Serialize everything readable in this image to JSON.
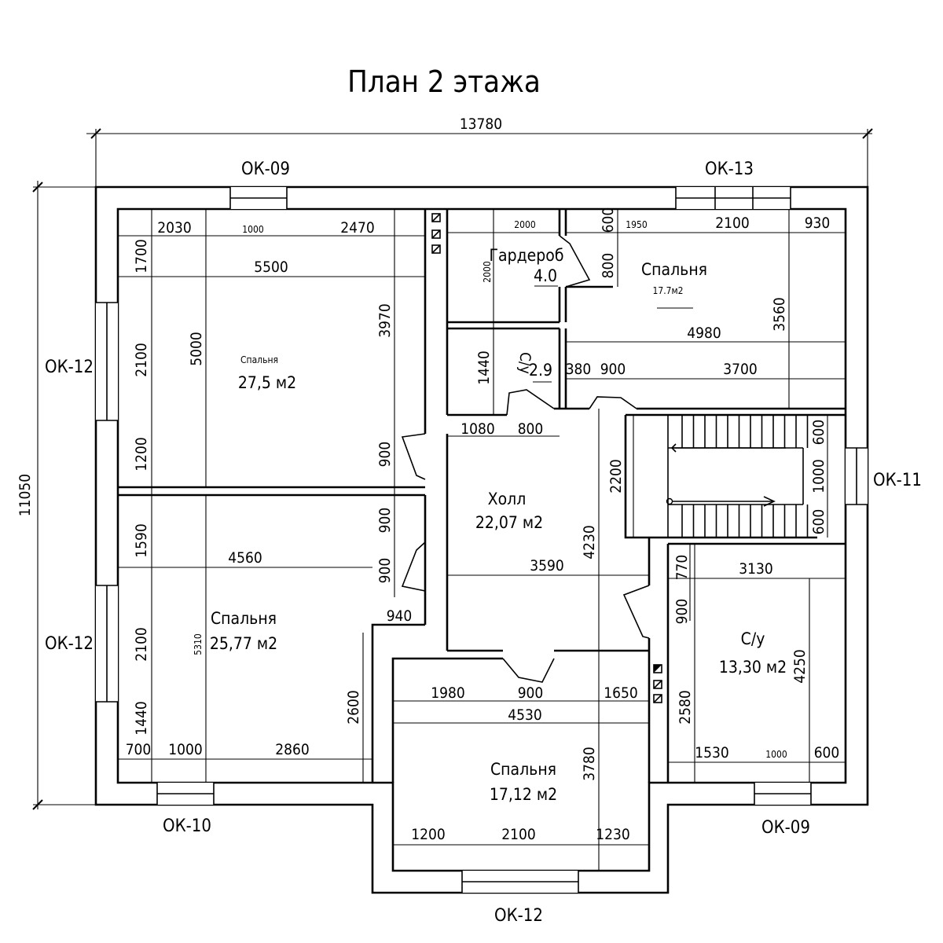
{
  "title": "План 2 этажа",
  "overall": {
    "width": "13780",
    "height": "11050"
  },
  "window_labels": {
    "top_left": "ОК-09",
    "top_right": "ОК-13",
    "left_upper": "ОК-12",
    "left_lower": "ОК-12",
    "right": "ОК-11",
    "bottom_left": "ОК-10",
    "bottom_right": "ОК-09",
    "bottom_center": "ОК-12"
  },
  "rooms": {
    "bedroom_1": {
      "name": "Спальня",
      "area": "27,5 м2"
    },
    "wardrobe": {
      "name": "Гардероб",
      "area": "4.0"
    },
    "bedroom_2": {
      "name": "Спальня",
      "area": "17.7м2"
    },
    "wc_small": {
      "name": "С/у",
      "area": "2.9"
    },
    "hall": {
      "name": "Холл",
      "area": "22,07 м2"
    },
    "bedroom_3": {
      "name": "Спальня",
      "area": "25,77 м2"
    },
    "wc_large": {
      "name": "С/у",
      "area": "13,30 м2"
    },
    "bedroom_4": {
      "name": "Спальня",
      "area": "17,12 м2"
    }
  },
  "dims": {
    "d2030": "2030",
    "d1000a": "1000",
    "d2470": "2470",
    "d2000a": "2000",
    "d600a": "600",
    "d1950": "1950",
    "d2100a": "2100",
    "d930": "930",
    "d1700": "1700",
    "d5500": "5500",
    "d5000": "5000",
    "d3970": "3970",
    "d2100b": "2100",
    "d1200a": "1200",
    "d900a": "900",
    "d2000b": "2000",
    "d800a": "800",
    "d3560": "3560",
    "d4980": "4980",
    "d1440a": "1440",
    "d380": "380",
    "d900b": "900",
    "d3700": "3700",
    "d1080": "1080",
    "d800b": "800",
    "d2200": "2200",
    "d600b": "600",
    "d1000b": "1000",
    "d600c": "600",
    "d900c": "900",
    "d900d": "900",
    "d1590": "1590",
    "d4560": "4560",
    "d3590": "3590",
    "d4230": "4230",
    "d770": "770",
    "d3130": "3130",
    "d940": "940",
    "d900e": "900",
    "d2100c": "2100",
    "d5310": "5310",
    "d2600": "2600",
    "d1980": "1980",
    "d900f": "900",
    "d1650": "1650",
    "d4530": "4530",
    "d2580": "2580",
    "d4250": "4250",
    "d1440b": "1440",
    "d700": "700",
    "d1000c": "1000",
    "d2860": "2860",
    "d1530": "1530",
    "d1000d": "1000",
    "d600d": "600",
    "d3780": "3780",
    "d1200b": "1200",
    "d2100d": "2100",
    "d1230": "1230"
  }
}
